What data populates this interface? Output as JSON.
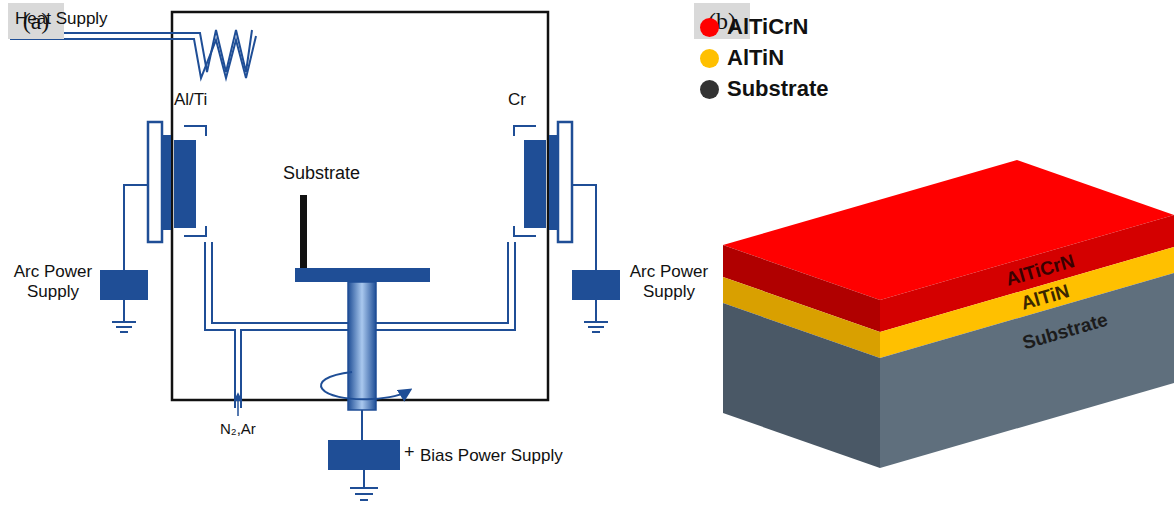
{
  "diagram": {
    "nodes": [
      {
        "text": [
          "(a)"
        ]
      },
      {
        "text": [
          "(b)"
        ]
      },
      {
        "text": [
          "AlTiCrN"
        ]
      },
      {
        "text": [
          "AlTiN"
        ]
      },
      {
        "text": [
          "Substrate"
        ]
      }
    ],
    "labels": [
      "Heat Supply",
      "Al/Ti",
      "Substrate",
      "Cr",
      "Arc Power Supply",
      "Arc Power Supply",
      "N₂,Ar",
      "+",
      "Bias Power Supply"
    ],
    "legend": [
      {
        "text": "AlTiCrN",
        "color": "#ff0000"
      },
      {
        "text": "AlTiN",
        "color": "#ffc000"
      },
      {
        "text": "Substrate",
        "color": "#333333"
      }
    ]
  }
}
